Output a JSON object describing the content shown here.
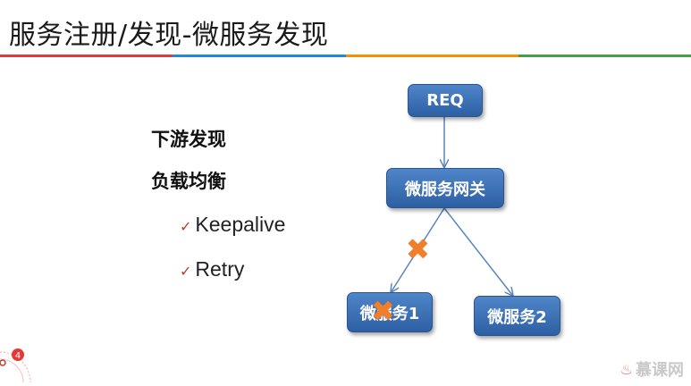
{
  "slide": {
    "title": "服务注册/发现-微服务发现",
    "stripe_colors": [
      "#e53935",
      "#1e88e5",
      "#fb8c00",
      "#43a047"
    ]
  },
  "bullets": {
    "item1": "下游发现",
    "item2": "负载均衡",
    "sub_marker": "✓",
    "sub1": "Keepalive",
    "sub2": "Retry"
  },
  "diagram": {
    "req": "REQ",
    "gateway": "微服务网关",
    "service1": "微服务1",
    "service2": "微服务2",
    "failure_mark": "✖"
  },
  "footer": {
    "logo_text": "慕课网",
    "logo_icon": "flame-icon",
    "page_badge": "4"
  }
}
